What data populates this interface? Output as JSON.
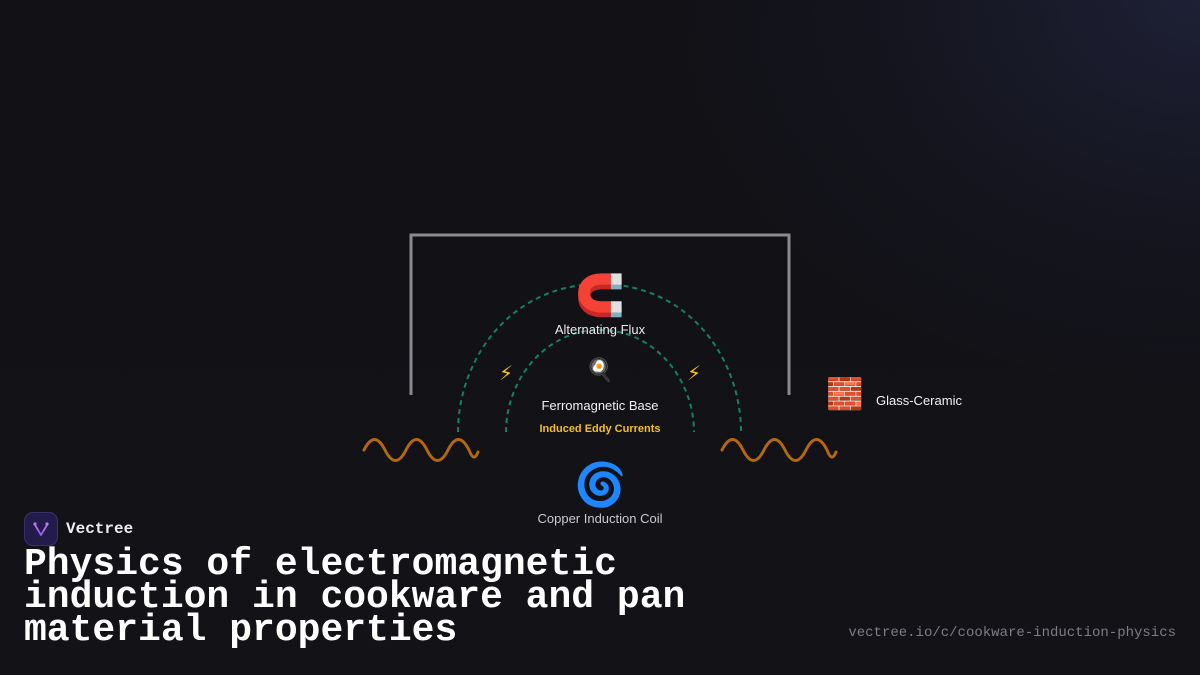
{
  "diagram": {
    "nodes": {
      "flux": {
        "icon": "magnet-icon",
        "glyph": "🧲",
        "label": "Alternating Flux"
      },
      "base": {
        "icon": "frying-pan-icon",
        "glyph": "🍳",
        "label": "Ferromagnetic Base"
      },
      "eddy": {
        "label": "Induced Eddy Currents"
      },
      "bolts": {
        "icon": "lightning-bolt-icon",
        "glyph": "⚡"
      },
      "coil": {
        "icon": "spiral-coil-icon",
        "glyph": "🌀",
        "label": "Copper Induction Coil"
      },
      "glass": {
        "icon": "brick-icon",
        "glyph": "🧱",
        "label": "Glass-Ceramic"
      }
    },
    "colors": {
      "pan_outline": "#8a8a90",
      "field_lines": "#16805f",
      "coil_wave": "#b3680f",
      "eddy_text": "#f4c025",
      "logo_accent": "#9b5cf0"
    }
  },
  "brand": {
    "name": "Vectree",
    "logo_icon": "vectree-logo-icon"
  },
  "title": "Physics of electromagnetic induction in cookware and pan material properties",
  "url": "vectree.io/c/cookware-induction-physics"
}
